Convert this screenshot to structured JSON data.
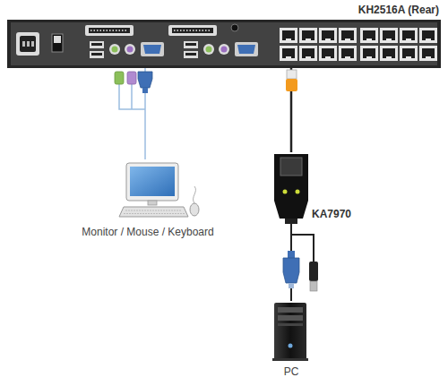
{
  "diagram": {
    "nodes": [
      {
        "text": [
          "KH2516A (Rear)"
        ]
      },
      {
        "text": [
          "Monitor / Mouse / Keyboard"
        ]
      },
      {
        "text": [
          "KA7970"
        ]
      },
      {
        "text": [
          "PC"
        ]
      }
    ],
    "edges": [
      {
        "from": 0,
        "to": 1,
        "arrow": "none"
      },
      {
        "from": 0,
        "to": 2,
        "arrow": "none"
      },
      {
        "from": 2,
        "to": 3,
        "arrow": "none"
      }
    ]
  }
}
